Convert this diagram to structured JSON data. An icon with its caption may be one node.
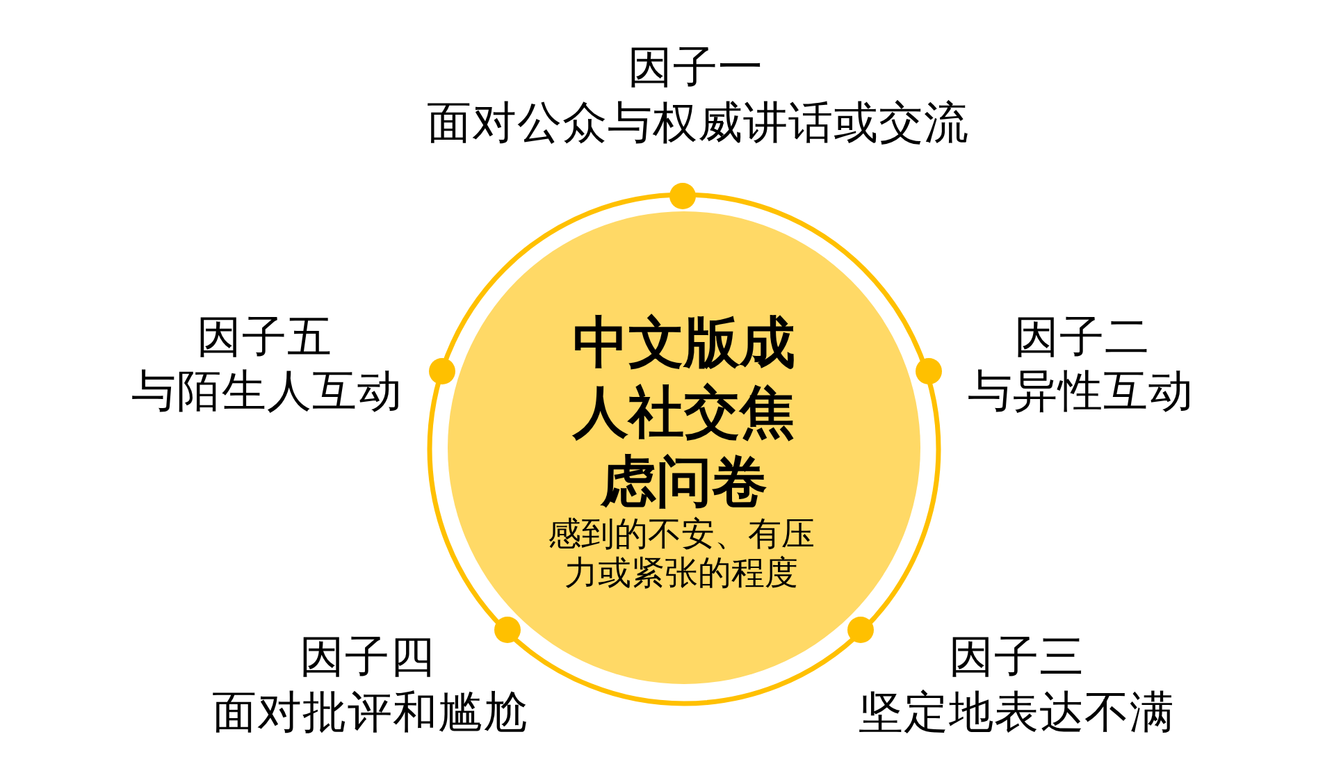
{
  "diagram": {
    "nodes": [
      {
        "text": [
          "中文版成人社交焦虑问卷",
          "感到的不安、有压力或紧张的程度"
        ]
      }
    ],
    "labels": [
      "因子一",
      "面对公众与权威讲话或交流",
      "因子五",
      "与陌生人互动",
      "因子二",
      "与异性互动",
      "因子四",
      "面对批评和尴尬",
      "因子三",
      "坚定地表达不满"
    ]
  }
}
